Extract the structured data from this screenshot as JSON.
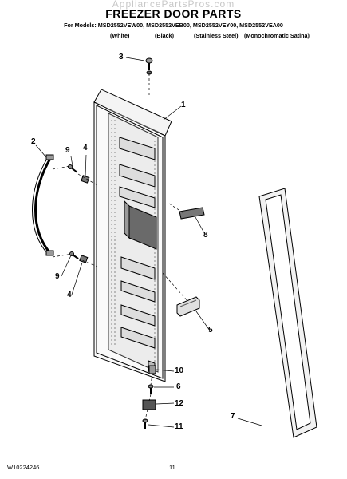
{
  "header": {
    "watermark": "AppliancePartsPros.com",
    "title": "FREEZER DOOR PARTS",
    "models": "For Models: MSD2552VEW00, MSD2552VEB00, MSD2552VEY00, MSD2552VEA00",
    "finishes": [
      "(White)",
      "(Black)",
      "(Stainless Steel)",
      "(Monochromatic Satina)"
    ]
  },
  "callouts": [
    "3",
    "1",
    "2",
    "9",
    "4",
    "8",
    "9",
    "4",
    "5",
    "10",
    "6",
    "12",
    "7",
    "11"
  ],
  "footer": {
    "doc_number": "W10224246",
    "page_number": "11"
  }
}
